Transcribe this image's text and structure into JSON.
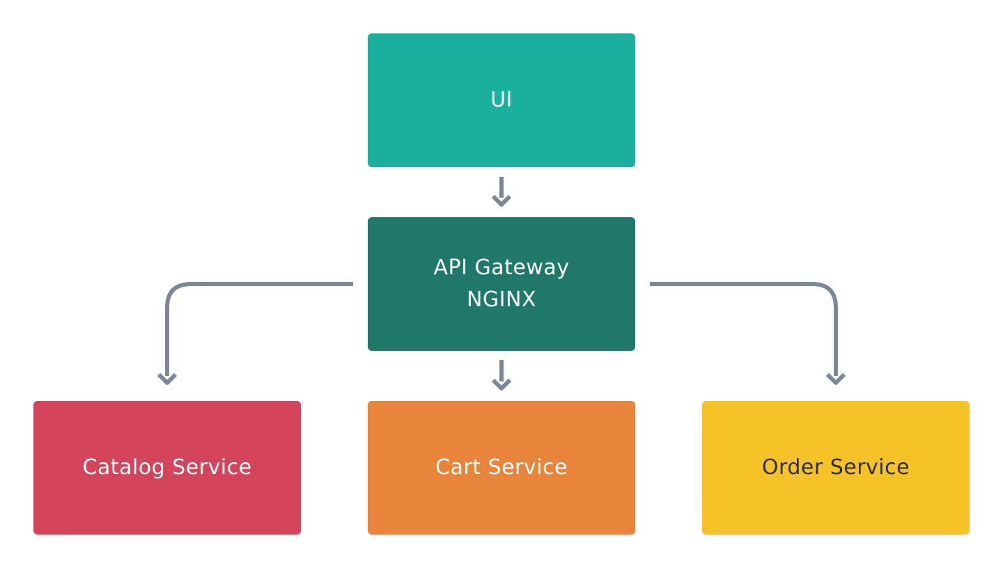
{
  "nodes": {
    "ui": {
      "label": "UI",
      "fill": "#1BAF9E",
      "text_color": "#FFFFFF"
    },
    "gateway": {
      "label_line1": "API Gateway",
      "label_line2": "NGINX",
      "fill": "#20786A",
      "text_color": "#FFFFFF"
    },
    "catalog": {
      "label": "Catalog Service",
      "fill": "#D4455B",
      "text_color": "#FFFFFF"
    },
    "cart": {
      "label": "Cart Service",
      "fill": "#E8853A",
      "text_color": "#FFFFFF"
    },
    "order": {
      "label": "Order Service",
      "fill": "#F5C228",
      "text_color": "#2E2E2E"
    }
  },
  "edges": [
    {
      "from": "ui",
      "to": "gateway"
    },
    {
      "from": "gateway",
      "to": "catalog"
    },
    {
      "from": "gateway",
      "to": "cart"
    },
    {
      "from": "gateway",
      "to": "order"
    }
  ],
  "colors": {
    "connector": "#7B8898",
    "background": "#FFFFFF"
  }
}
